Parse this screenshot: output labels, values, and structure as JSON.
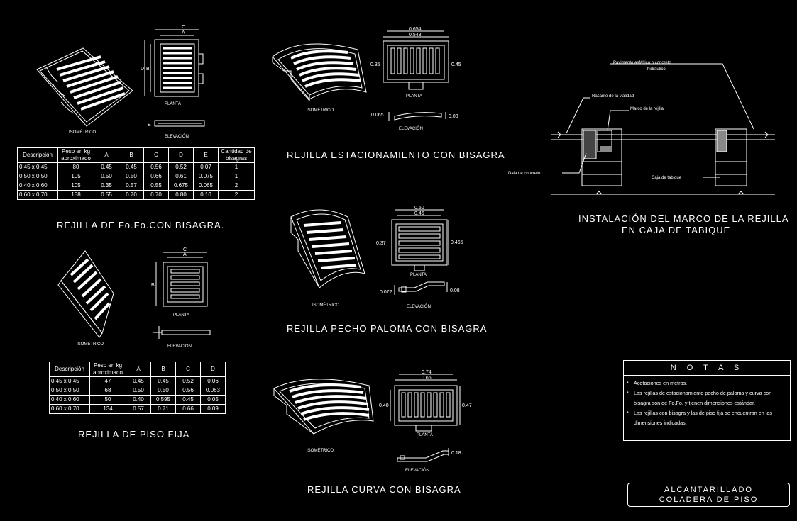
{
  "rejilla_fofo": {
    "title": "REJILLA DE Fo.Fo.CON BISAGRA.",
    "isometric_label": "ISOMÉTRICO",
    "plan_label": "PLANTA",
    "elevation_label": "ELEVACIÓN",
    "dim_c": "C",
    "dim_a": "A",
    "dim_b": "B",
    "dim_d": "D",
    "dim_e": "E",
    "table": {
      "headers": [
        "Descripción",
        "Peso en kg aproximado",
        "A",
        "B",
        "C",
        "D",
        "E",
        "Cantidad de bisagras"
      ],
      "rows": [
        [
          "0.45 x 0.45",
          "80",
          "0.45",
          "0.45",
          "0.56",
          "0.52",
          "0.07",
          "1"
        ],
        [
          "0.50 x 0.50",
          "105",
          "0.50",
          "0.50",
          "0.66",
          "0.61",
          "0.075",
          "1"
        ],
        [
          "0.40 x 0.60",
          "105",
          "0.35",
          "0.57",
          "0.55",
          "0.675",
          "0.065",
          "2"
        ],
        [
          "0.60 x 0.70",
          "158",
          "0.55",
          "0.70",
          "0.70",
          "0.80",
          "0.10",
          "2"
        ]
      ]
    }
  },
  "rejilla_piso": {
    "title": "REJILLA DE PISO FIJA",
    "isometric_label": "ISOMÉTRICO",
    "plan_label": "PLANTA",
    "elevation_label": "ELEVACIÓN",
    "dim_c": "C",
    "dim_a": "A",
    "dim_b": "B",
    "table": {
      "headers": [
        "Descripción",
        "Peso en kg aproximado",
        "A",
        "B",
        "C",
        "D"
      ],
      "rows": [
        [
          "0.45 x 0.45",
          "47",
          "0.45",
          "0.45",
          "0.52",
          "0.06"
        ],
        [
          "0.50 x 0.50",
          "68",
          "0.50",
          "0.50",
          "0.56",
          "0.063"
        ],
        [
          "0.40 x 0.60",
          "50",
          "0.40",
          "0.595",
          "0.45",
          "0.05"
        ],
        [
          "0.60 x 0.70",
          "134",
          "0.57",
          "0.71",
          "0.66",
          "0.09"
        ]
      ]
    }
  },
  "rejilla_estacionamiento": {
    "title": "REJILLA  ESTACIONAMIENTO  CON  BISAGRA",
    "isometric_label": "ISOMÉTRICO",
    "plan_label": "PLANTA",
    "elevation_label": "ELEVACIÓN",
    "dim_outer": "0.654",
    "dim_inner": "0.548",
    "dim_left": "0.35",
    "dim_right": "0.45",
    "elev_left": "0.065",
    "elev_right": "0.03"
  },
  "rejilla_pecho": {
    "title": "REJILLA  PECHO  PALOMA  CON  BISAGRA",
    "isometric_label": "ISOMÉTRICO",
    "plan_label": "PLANTA",
    "elevation_label": "ELEVACIÓN",
    "dim_outer": "0.50",
    "dim_inner": "0.46",
    "dim_left": "0.37",
    "dim_right": "0.465",
    "elev_left": "0.072",
    "elev_right": "0.08"
  },
  "rejilla_curva": {
    "title": "REJILLA  CURVA  CON  BISAGRA",
    "isometric_label": "ISOMÉTRICO",
    "plan_label": "PLANTA",
    "elevation_label": "ELEVACIÓN",
    "dim_outer": "0.74",
    "dim_inner": "0.66",
    "dim_left": "0.40",
    "dim_right": "0.47",
    "elev_right": "0.18"
  },
  "instalacion": {
    "title_line1": "INSTALACIÓN  DEL  MARCO  DE  LA  REJILLA",
    "title_line2": "EN  CAJA  DE  TABIQUE",
    "label_pavimento_1": "Pavimento asfáltico o concreto",
    "label_pavimento_2": "hidráulico",
    "label_rasante": "Rasante de la vialidad",
    "label_marco": "Marco de la rejilla",
    "label_dala": "Dala de concreto",
    "label_caja": "Caja de tabique"
  },
  "notas": {
    "heading": "N O T A S",
    "items": [
      "Acotaciones en metros.",
      "Las rejillas de estacionamiento pecho de paloma y curva con bisagra son de Fo.Fo. y tienen dimensiones estándar.",
      "Las rejillas con bisagra y las de piso fija se encuentran en las dimensiones indicadas."
    ]
  },
  "title_block": {
    "line1": "ALCANTARILLADO",
    "line2": "COLADERA  DE  PISO"
  }
}
